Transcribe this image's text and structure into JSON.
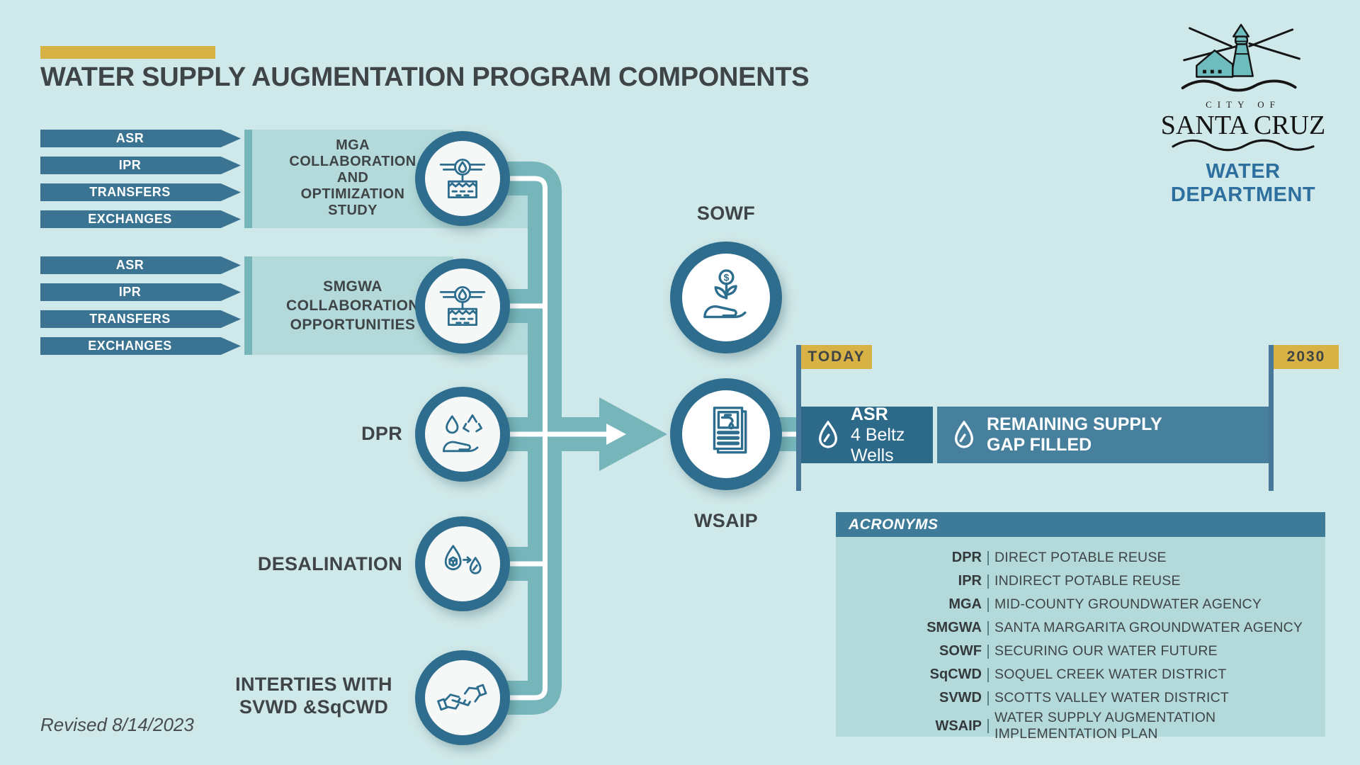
{
  "header": {
    "title": "WATER SUPPLY AUGMENTATION PROGRAM COMPONENTS"
  },
  "logo": {
    "city_of": "CITY OF",
    "santa_cruz": "SANTA CRUZ",
    "dept1": "WATER",
    "dept2": "DEPARTMENT"
  },
  "left_groups": [
    {
      "arrows": [
        "ASR",
        "IPR",
        "TRANSFERS",
        "EXCHANGES"
      ],
      "box_lines": [
        "MGA",
        "COLLABORATION",
        "AND",
        "OPTIMIZATION",
        "STUDY"
      ]
    },
    {
      "arrows": [
        "ASR",
        "IPR",
        "TRANSFERS",
        "EXCHANGES"
      ],
      "box_lines": [
        "SMGWA",
        "COLLABORATION",
        "OPPORTUNITIES"
      ]
    }
  ],
  "nodes": {
    "dpr": "DPR",
    "desalination": "DESALINATION",
    "interties_line1": "INTERTIES WITH",
    "interties_line2": "SVWD &SqCWD",
    "sowf": "SOWF",
    "wsaip": "WSAIP"
  },
  "timeline": {
    "start_label": "TODAY",
    "end_label": "2030",
    "bars": [
      {
        "title": "ASR",
        "subtitle": "4 Beltz Wells"
      },
      {
        "title": "REMAINING SUPPLY",
        "subtitle": "GAP FILLED"
      }
    ]
  },
  "acronyms": {
    "header": "ACRONYMS",
    "items": [
      {
        "abbr": "DPR",
        "definition": "DIRECT POTABLE REUSE"
      },
      {
        "abbr": "IPR",
        "definition": "INDIRECT POTABLE REUSE"
      },
      {
        "abbr": "MGA",
        "definition": "MID-COUNTY GROUNDWATER AGENCY"
      },
      {
        "abbr": "SMGWA",
        "definition": "SANTA MARGARITA GROUNDWATER AGENCY"
      },
      {
        "abbr": "SOWF",
        "definition": "SECURING OUR WATER FUTURE"
      },
      {
        "abbr": "SqCWD",
        "definition": "SOQUEL CREEK WATER DISTRICT"
      },
      {
        "abbr": "SVWD",
        "definition": "SCOTTS VALLEY WATER DISTRICT"
      },
      {
        "abbr": "WSAIP",
        "definition": "WATER SUPPLY AUGMENTATION IMPLEMENTATION PLAN"
      }
    ]
  },
  "footer": {
    "revised": "Revised 8/14/2023"
  },
  "colors": {
    "background": "#cfe8e9",
    "dark_teal_ring": "#2f6d8e",
    "arrow_teal": "#3a7492",
    "medium_teal": "#76b6bb",
    "light_teal": "#b3d9da",
    "yellow": "#d9b245",
    "bar_dark": "#2d6a89",
    "bar_light": "#47809d",
    "text_dark": "#3f4546",
    "dept_blue": "#2d6f9f",
    "icon_stroke": "#2d6d8e"
  }
}
